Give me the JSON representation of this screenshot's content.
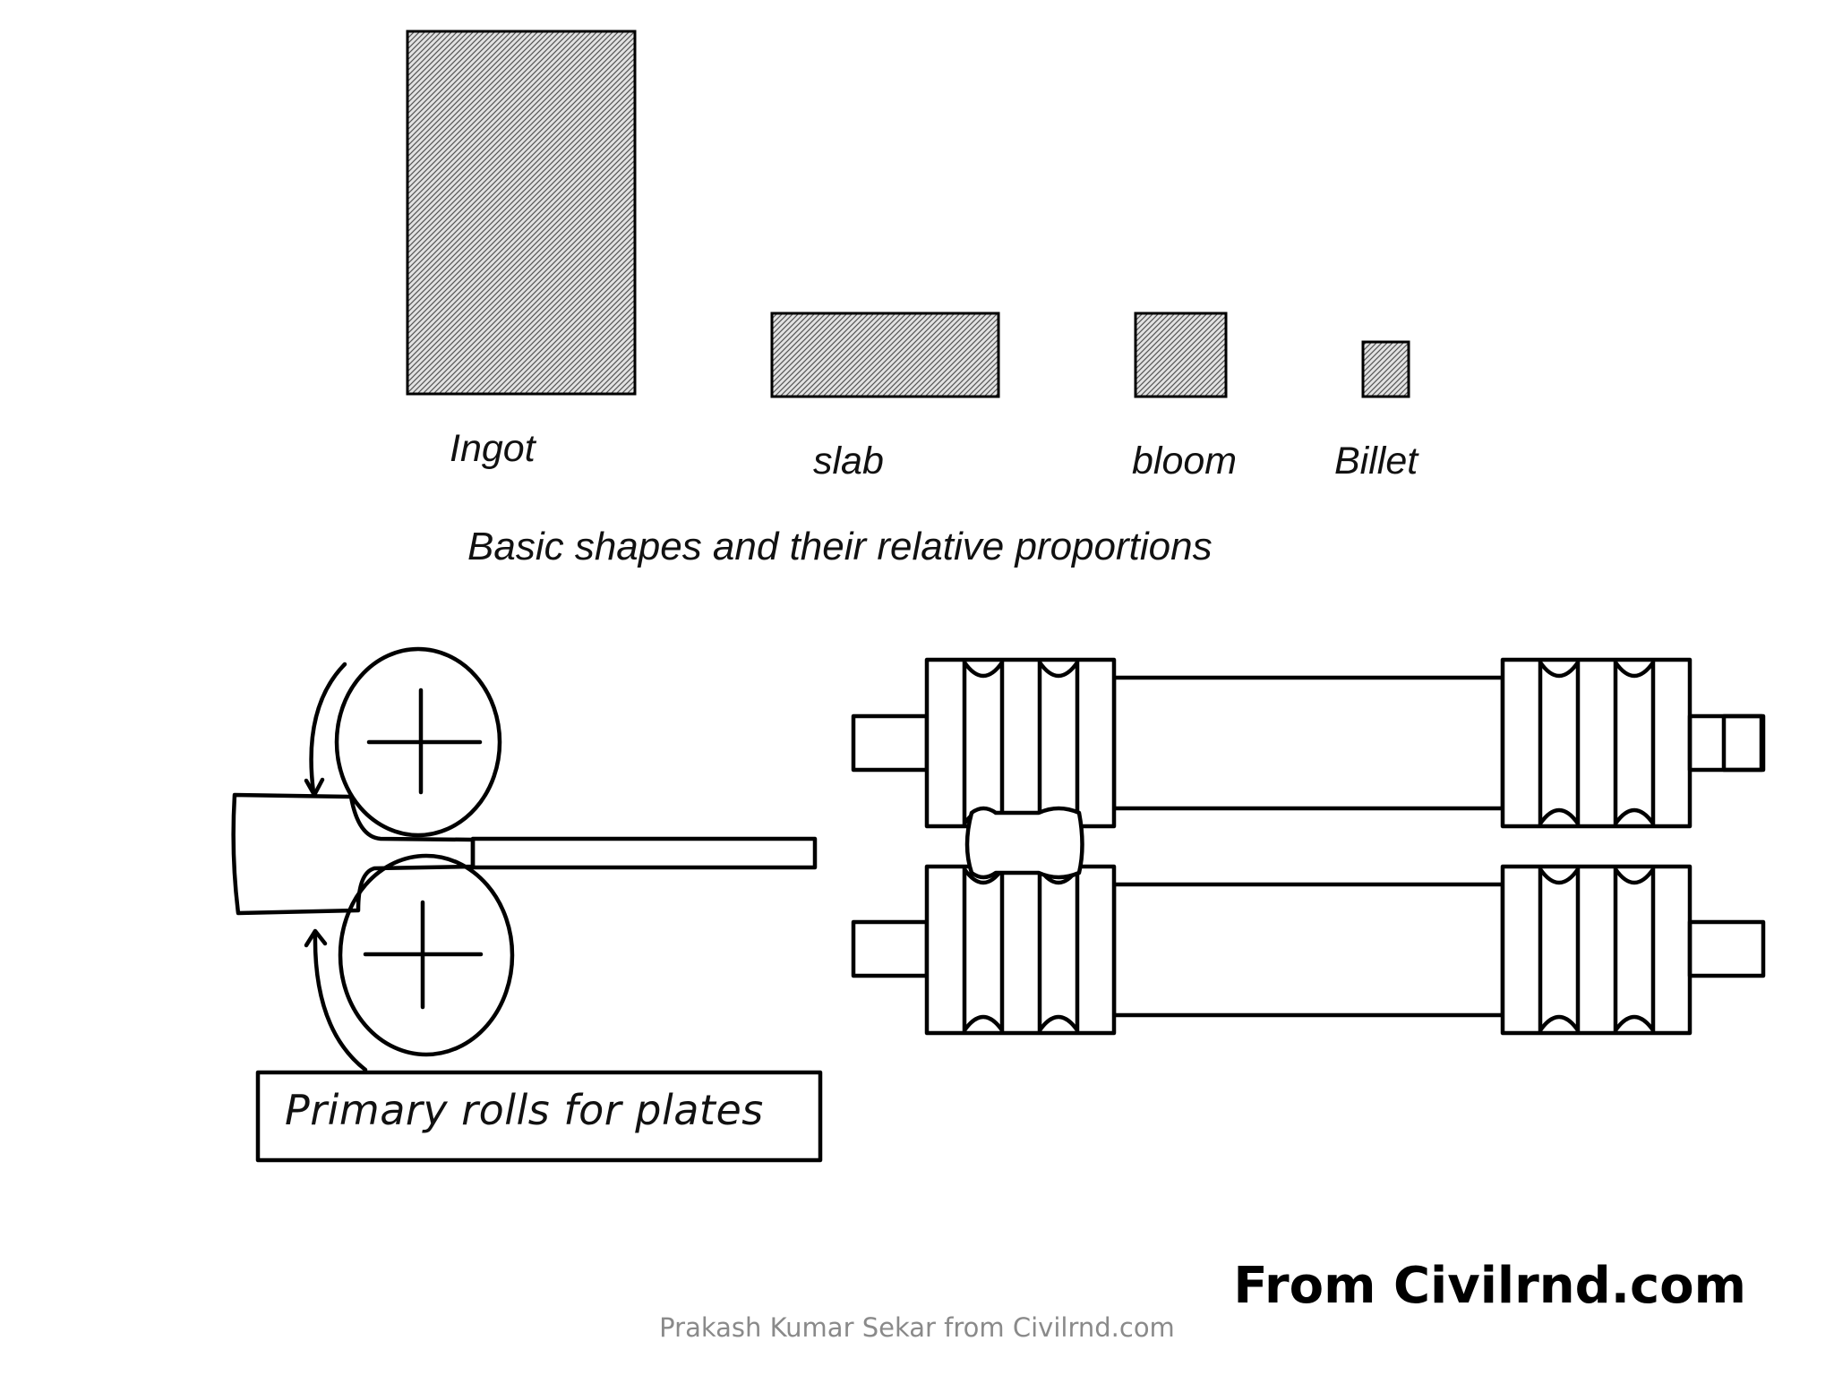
{
  "shapes": {
    "ingot_label": "Ingot",
    "slab_label": "slab",
    "bloom_label": "bloom",
    "billet_label": "Billet",
    "caption": "Basic shapes and their relative proportions"
  },
  "rolls": {
    "label": "Primary rolls for plates"
  },
  "footer": {
    "source": "From Civilrnd.com",
    "author": "Prakash Kumar Sekar from Civilrnd.com"
  },
  "colors": {
    "stroke": "#000000",
    "hatch_fill": "#d9d9d9",
    "author_text": "#8a8a8a"
  }
}
